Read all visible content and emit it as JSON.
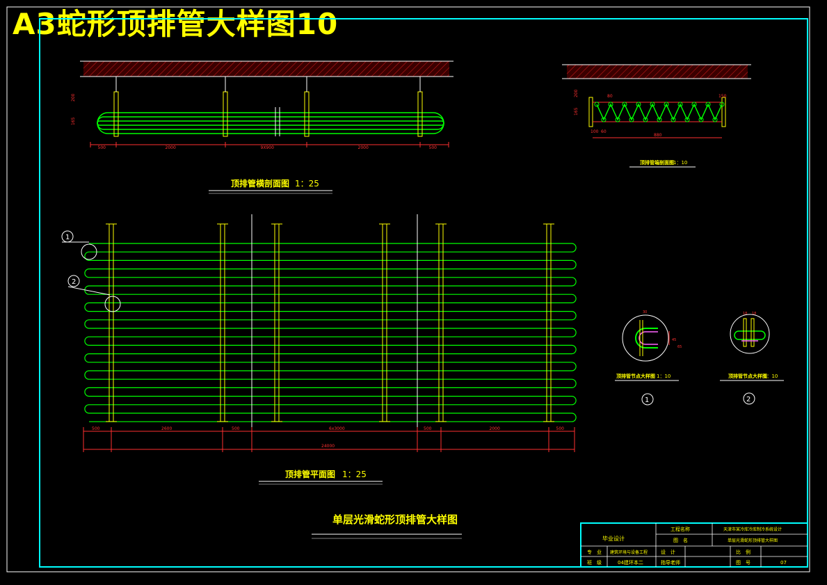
{
  "page_title": "A3蛇形顶排管大样图10",
  "section_view": {
    "title": "顶排管横剖面图",
    "scale": "1：25",
    "dims": [
      "200",
      "165",
      "500",
      "2000",
      "9X900",
      "2000",
      "500"
    ]
  },
  "end_section": {
    "title": "顶排管端剖面图",
    "scale": "1：10",
    "dims": [
      "200",
      "80",
      "150",
      "165",
      "100",
      "60",
      "880"
    ]
  },
  "plan_view": {
    "title": "顶排管平面图",
    "scale": "1：25",
    "dims": [
      "500",
      "2600",
      "500",
      "6x3000",
      "500",
      "2000",
      "500"
    ],
    "total": "24000",
    "callout_1": "1",
    "callout_2": "2"
  },
  "detail_1": {
    "title": "顶排管节点大样图",
    "scale": "1：10",
    "number": "1",
    "dims": [
      "30",
      "45",
      "65"
    ]
  },
  "detail_2": {
    "title": "顶排管节点大样图",
    "scale": "1：10",
    "number": "2",
    "dims": [
      "18",
      "18"
    ]
  },
  "main_caption": "单层光滑蛇形顶排管大样图",
  "title_block": {
    "graduation_design": "毕业设计",
    "project_name_label": "工程名称",
    "project_name_value": "天津市某冷库冷库制冷系统设计",
    "drawing_name_label": "图　名",
    "drawing_name_value": "单层光滑蛇形顶排管大样图",
    "major_label": "专　业",
    "major_value": "建筑环境与设备工程",
    "design_label": "设　计",
    "design_value": "",
    "scale_label": "比　例",
    "scale_value": "",
    "class_label": "班　级",
    "class_value": "04建环本二",
    "advisor_label": "指导老师",
    "advisor_value": "",
    "drawing_no_label": "图　号",
    "drawing_no_value": "07"
  },
  "colors": {
    "background": "#000000",
    "frame": "#00ffff",
    "pipe": "#00ff00",
    "support": "#ffff00",
    "dimension": "#ff3030",
    "hatch": "#b01010",
    "text": "#ffff00",
    "line": "#ffffff"
  }
}
